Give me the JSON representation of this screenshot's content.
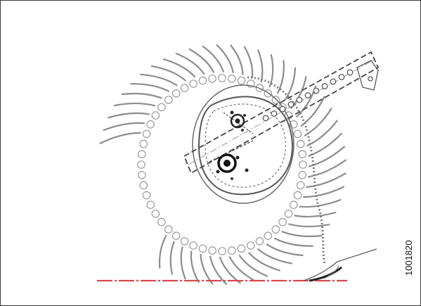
{
  "figure": {
    "id_label": "1001820",
    "reel_hole_count": 52,
    "tine_count": 46,
    "colors": {
      "line": "#8c8c8c",
      "line_dark": "#3b3b3b",
      "ground_line": "#d9484e",
      "frame_border": "#3a3a3a"
    }
  }
}
